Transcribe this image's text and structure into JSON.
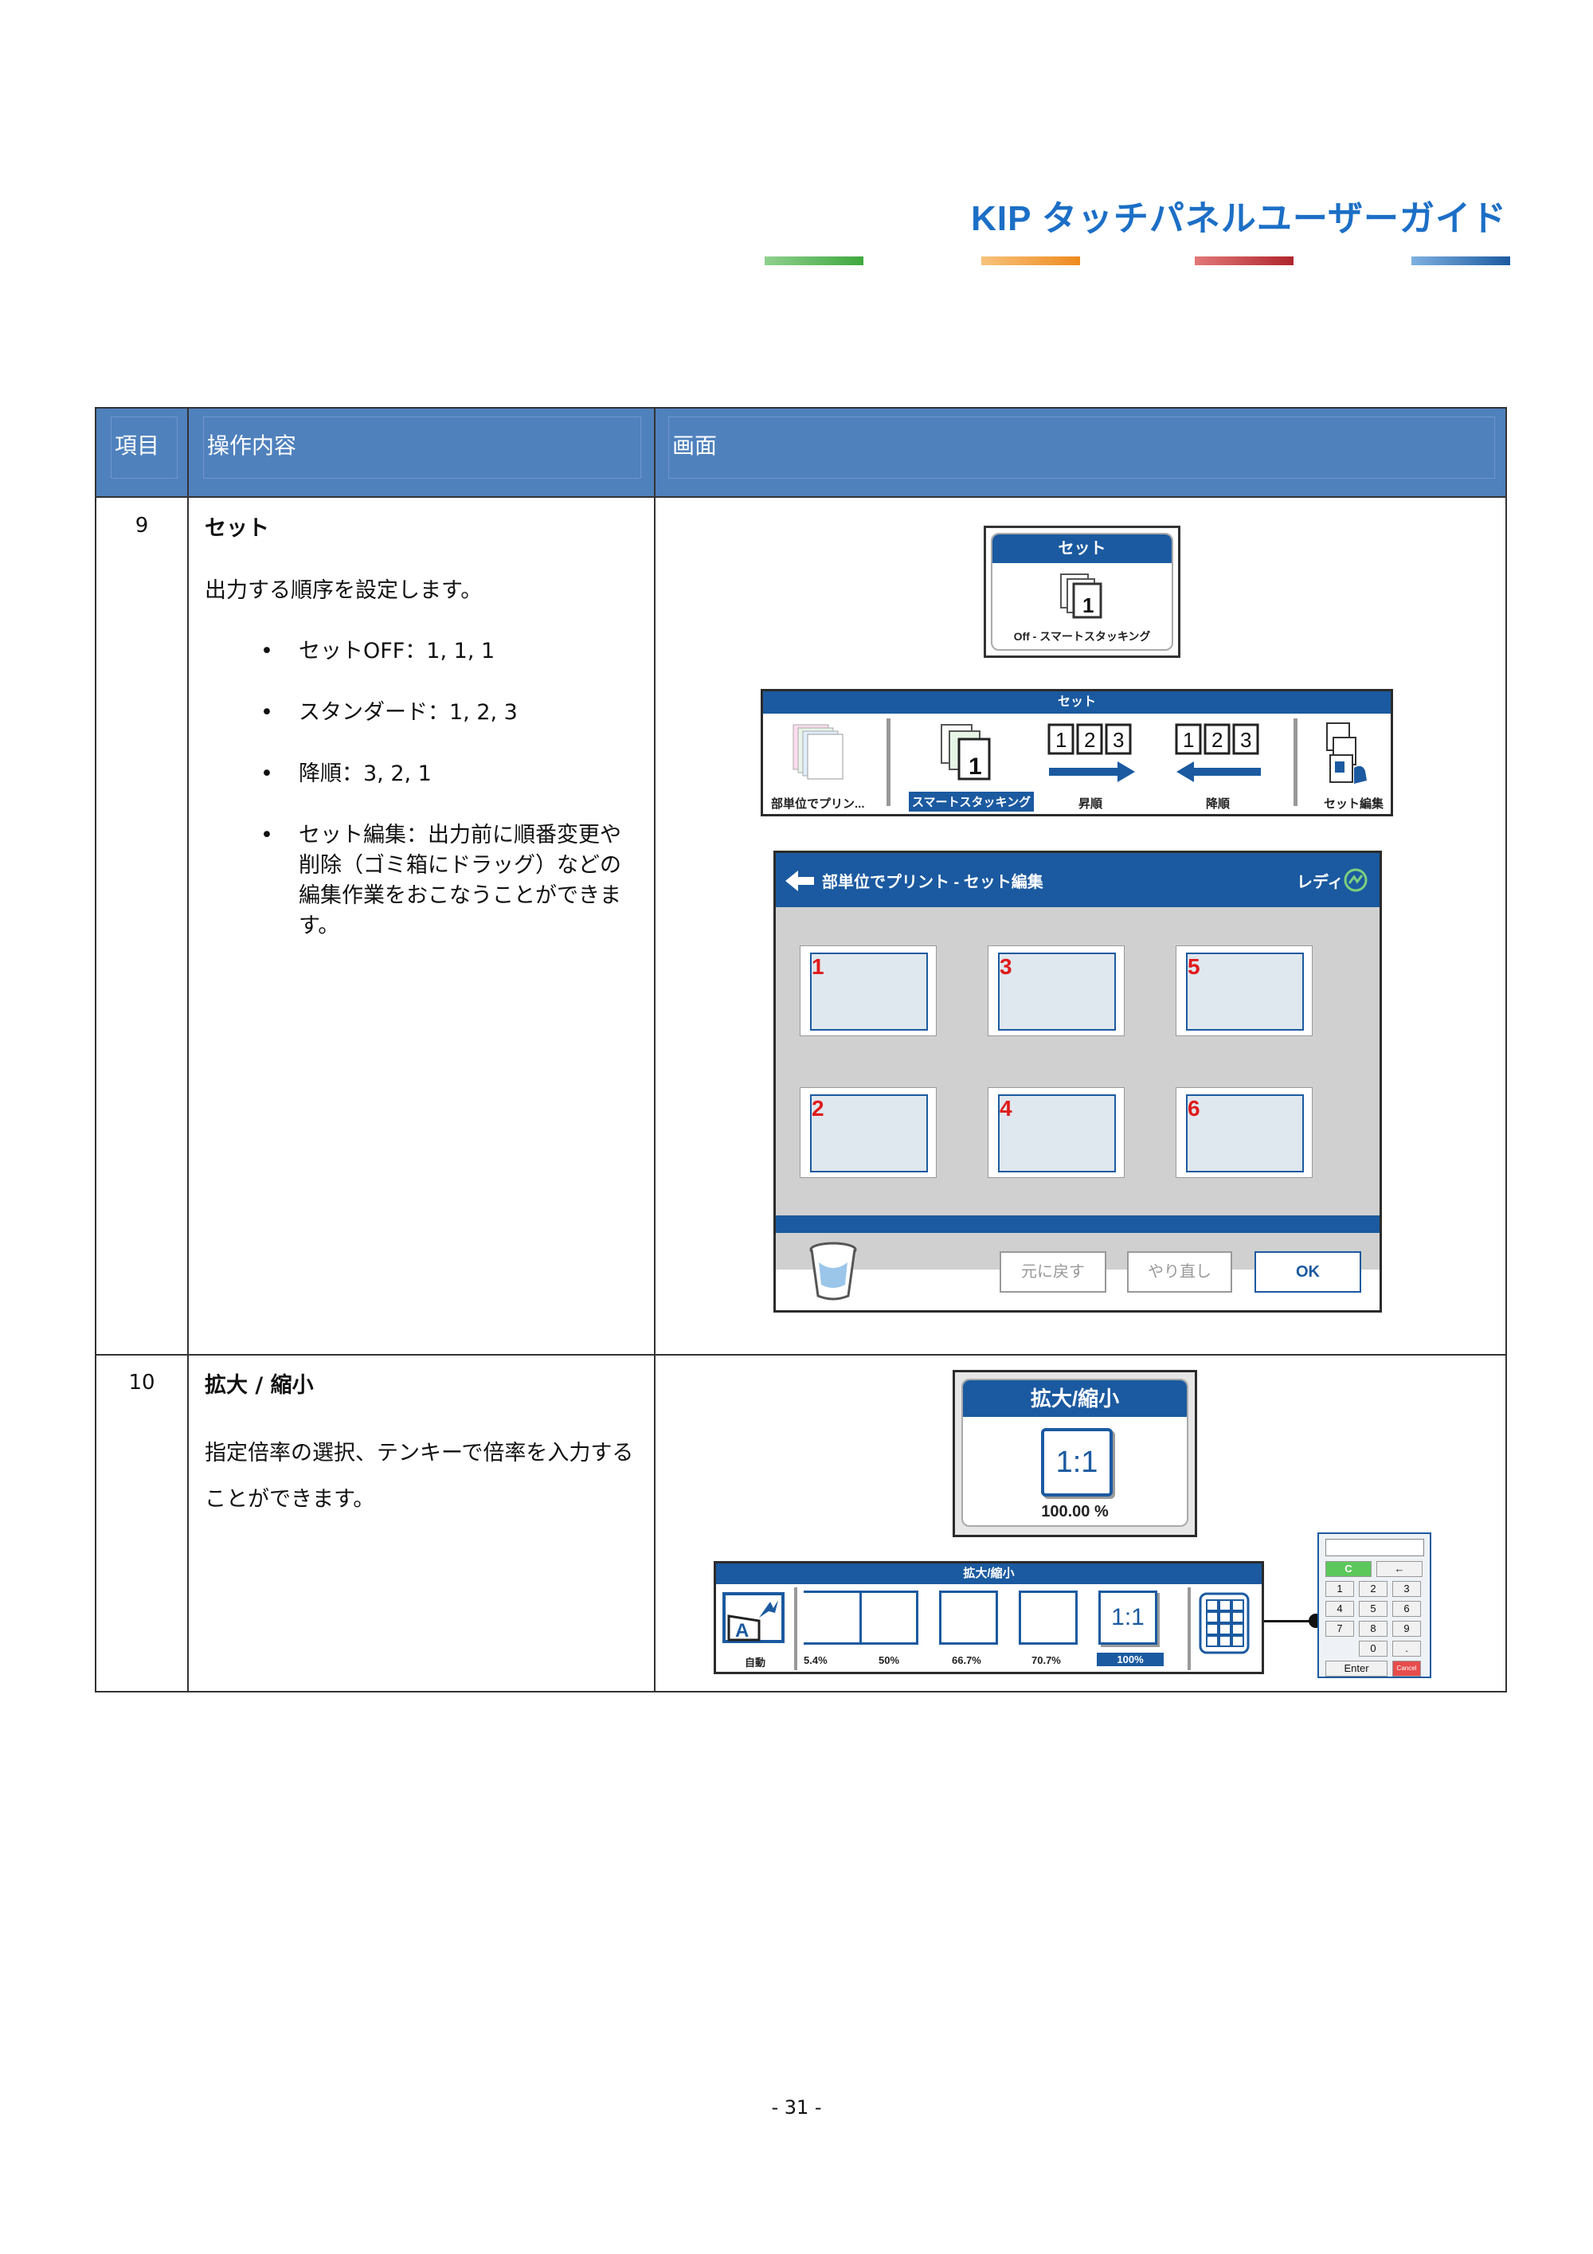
{
  "header": {
    "title": "KIP タッチパネルユーザーガイド",
    "bar_colors": [
      "#5cb85c",
      "#f0a040",
      "#c0392b",
      "#2f7bbf"
    ]
  },
  "table": {
    "headers": [
      "項目",
      "操作内容",
      "画面"
    ],
    "header_color": "#4f81bd",
    "rows": [
      {
        "number": "9",
        "title": "セット",
        "description": "出力する順序を設定します。",
        "bullets": [
          "セットOFF：1, 1, 1",
          "スタンダード：1, 2, 3",
          "降順：3, 2, 1",
          "セット編集：出力前に順番変更や削除（ゴミ箱にドラッグ）などの編集作業をおこなうことができます。"
        ]
      },
      {
        "number": "10",
        "title": "拡大 / 縮小",
        "description": "指定倍率の選択、テンキーで倍率を入力することができます。"
      }
    ]
  },
  "set_button": {
    "header": "セット",
    "caption": "Off - スマートスタッキング"
  },
  "set_bar": {
    "header": "セット",
    "items": [
      "部単位でプリン...",
      "スマートスタッキング",
      "昇順",
      "降順",
      "セット編集"
    ],
    "selected": "スマートスタッキング"
  },
  "set_edit": {
    "title": "部単位でプリント - セット編集",
    "status": "レディ",
    "thumbnails": [
      "1",
      "3",
      "5",
      "2",
      "4",
      "6"
    ],
    "buttons": {
      "undo": "元に戻す",
      "redo": "やり直し",
      "ok": "OK"
    }
  },
  "scale_button": {
    "header": "拡大/縮小",
    "ratio": "1:1",
    "percent": "100.00 %"
  },
  "scale_bar": {
    "header": "拡大/縮小",
    "items": [
      "自動",
      "5.4%",
      "50%",
      "66.7%",
      "70.7%",
      "100%"
    ],
    "selected": "100%",
    "ratio": "1:1"
  },
  "keypad": {
    "clear": "C",
    "back": "←",
    "keys": [
      "1",
      "2",
      "3",
      "4",
      "5",
      "6",
      "7",
      "8",
      "9",
      "0",
      "."
    ],
    "enter": "Enter",
    "cancel": "Cancel"
  },
  "footer": {
    "page": "- 31 -"
  }
}
